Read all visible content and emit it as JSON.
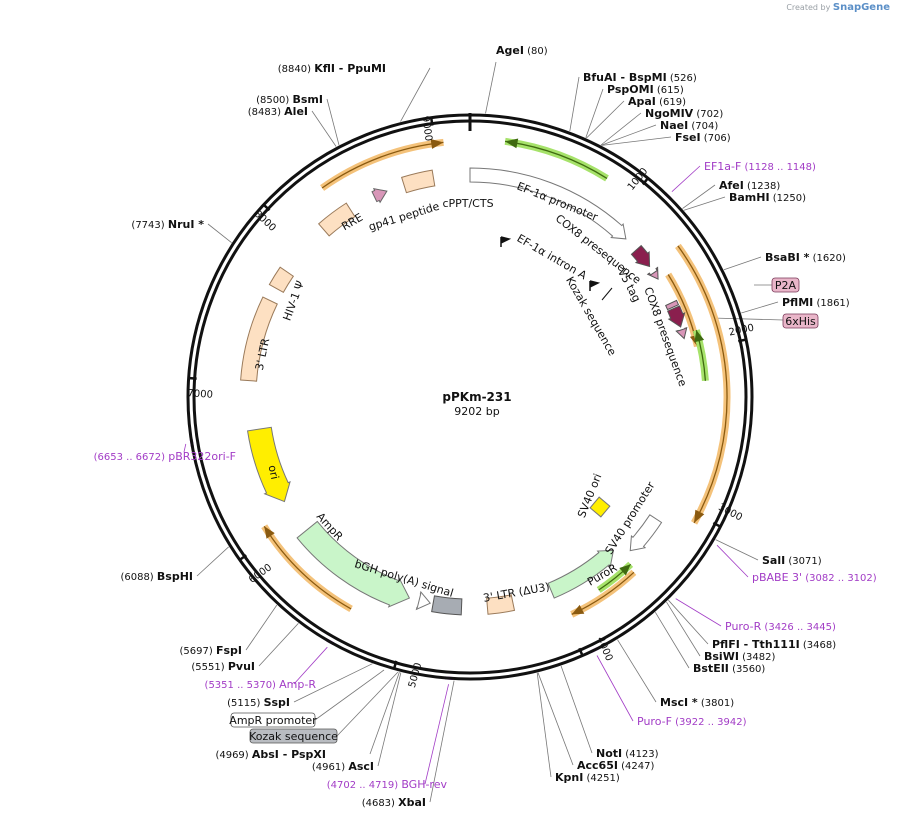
{
  "credit": {
    "prefix": "Created by",
    "brand": "SnapGene"
  },
  "plasmid": {
    "name": "pPKm-231",
    "size_label": "9202 bp"
  },
  "ticks": [
    "1000",
    "2000",
    "3000",
    "4000",
    "5000",
    "6000",
    "7000",
    "8000",
    "9000"
  ],
  "sites": [
    {
      "name": "AgeI",
      "pos": "(80)"
    },
    {
      "name": "BfuAI",
      "name2": "- BspMI",
      "pos": "(526)"
    },
    {
      "name": "PspOMI",
      "pos": "(615)"
    },
    {
      "name": "ApaI",
      "pos": "(619)"
    },
    {
      "name": "NgoMIV",
      "pos": "(702)"
    },
    {
      "name": "NaeI",
      "pos": "(704)"
    },
    {
      "name": "FseI",
      "pos": "(706)"
    },
    {
      "name": "AfeI",
      "pos": "(1238)"
    },
    {
      "name": "BamHI",
      "pos": "(1250)"
    },
    {
      "name": "BsaBI *",
      "pos": "(1620)"
    },
    {
      "name": "PflMI",
      "pos": "(1861)"
    },
    {
      "name": "SalI",
      "pos": "(3071)"
    },
    {
      "name": "PflFI",
      "name2": "- Tth111I",
      "pos": "(3468)"
    },
    {
      "name": "BsiWI",
      "pos": "(3482)"
    },
    {
      "name": "BstEII",
      "pos": "(3560)"
    },
    {
      "name": "MscI *",
      "pos": "(3801)"
    },
    {
      "name": "NotI",
      "pos": "(4123)"
    },
    {
      "name": "Acc65I",
      "pos": "(4247)"
    },
    {
      "name": "KpnI",
      "pos": "(4251)"
    },
    {
      "name": "XbaI",
      "pos": "(4683)"
    },
    {
      "name": "AscI",
      "pos": "(4961)"
    },
    {
      "name": "AbsI",
      "name2": "- PspXI",
      "pos": "(4969)"
    },
    {
      "name": "SspI",
      "pos": "(5115)"
    },
    {
      "name": "PvuI",
      "pos": "(5551)"
    },
    {
      "name": "FspI",
      "pos": "(5697)"
    },
    {
      "name": "BspHI",
      "pos": "(6088)"
    },
    {
      "name": "NruI *",
      "pos": "(7743)"
    },
    {
      "name": "AleI",
      "pos": "(8483)"
    },
    {
      "name": "BsmI",
      "pos": "(8500)"
    },
    {
      "name": "KflI",
      "name2": "- PpuMI",
      "pos": "(8840)"
    }
  ],
  "primers": [
    {
      "name": "EF1a-F",
      "range": "(1128 .. 1148)"
    },
    {
      "name": "pBABE 3'",
      "range": "(3082 .. 3102)"
    },
    {
      "name": "Puro-R",
      "range": "(3426 .. 3445)"
    },
    {
      "name": "Puro-F",
      "range": "(3922 .. 3942)"
    },
    {
      "name": "BGH-rev",
      "range": "(4702 .. 4719)"
    },
    {
      "name": "Amp-R",
      "range": "(5351 .. 5370)"
    },
    {
      "name": "pBR322ori-F",
      "range": "(6653 .. 6672)"
    }
  ],
  "boxed_features": [
    "P2A",
    "6xHis",
    "AmpR promoter",
    "Kozak sequence"
  ],
  "features": {
    "ef1a_promoter": "EF-1α promoter",
    "cox8_pre_1": "COX8 presequence",
    "v5_tag": "V5 tag",
    "cox8_pre_2": "COX8 presequence",
    "ef1a_intron": "EF-1α intron A",
    "kozak": "Kozak sequence",
    "cppt": "cPPT/CTS",
    "gp41": "gp41 peptide",
    "rre": "RRE",
    "hiv_psi": "HIV-1 Ψ",
    "ltr3": "3' LTR",
    "ori": "ori",
    "ampr": "AmpR",
    "bgh": "bGH poly(A) signal",
    "ltr3_du3": "3' LTR (ΔU3)",
    "puror": "PuroR",
    "sv40_promoter": "SV40 promoter",
    "sv40_ori": "SV40 ori"
  },
  "colors": {
    "backbone": "#111111",
    "orf_orange": "#f4c27a",
    "orf_green": "#a6e26a",
    "promoter_fill": "#ffffff",
    "ltr_fill": "#fde0c2",
    "ori_fill": "#ffee00",
    "ampr_fill": "#c9f5c9",
    "polyA_fill": "#a7acb3",
    "tag_fill": "#d896b8",
    "cox8_fill": "#8a1f4e",
    "primer": "#a23cc6",
    "site_line": "#777777"
  }
}
